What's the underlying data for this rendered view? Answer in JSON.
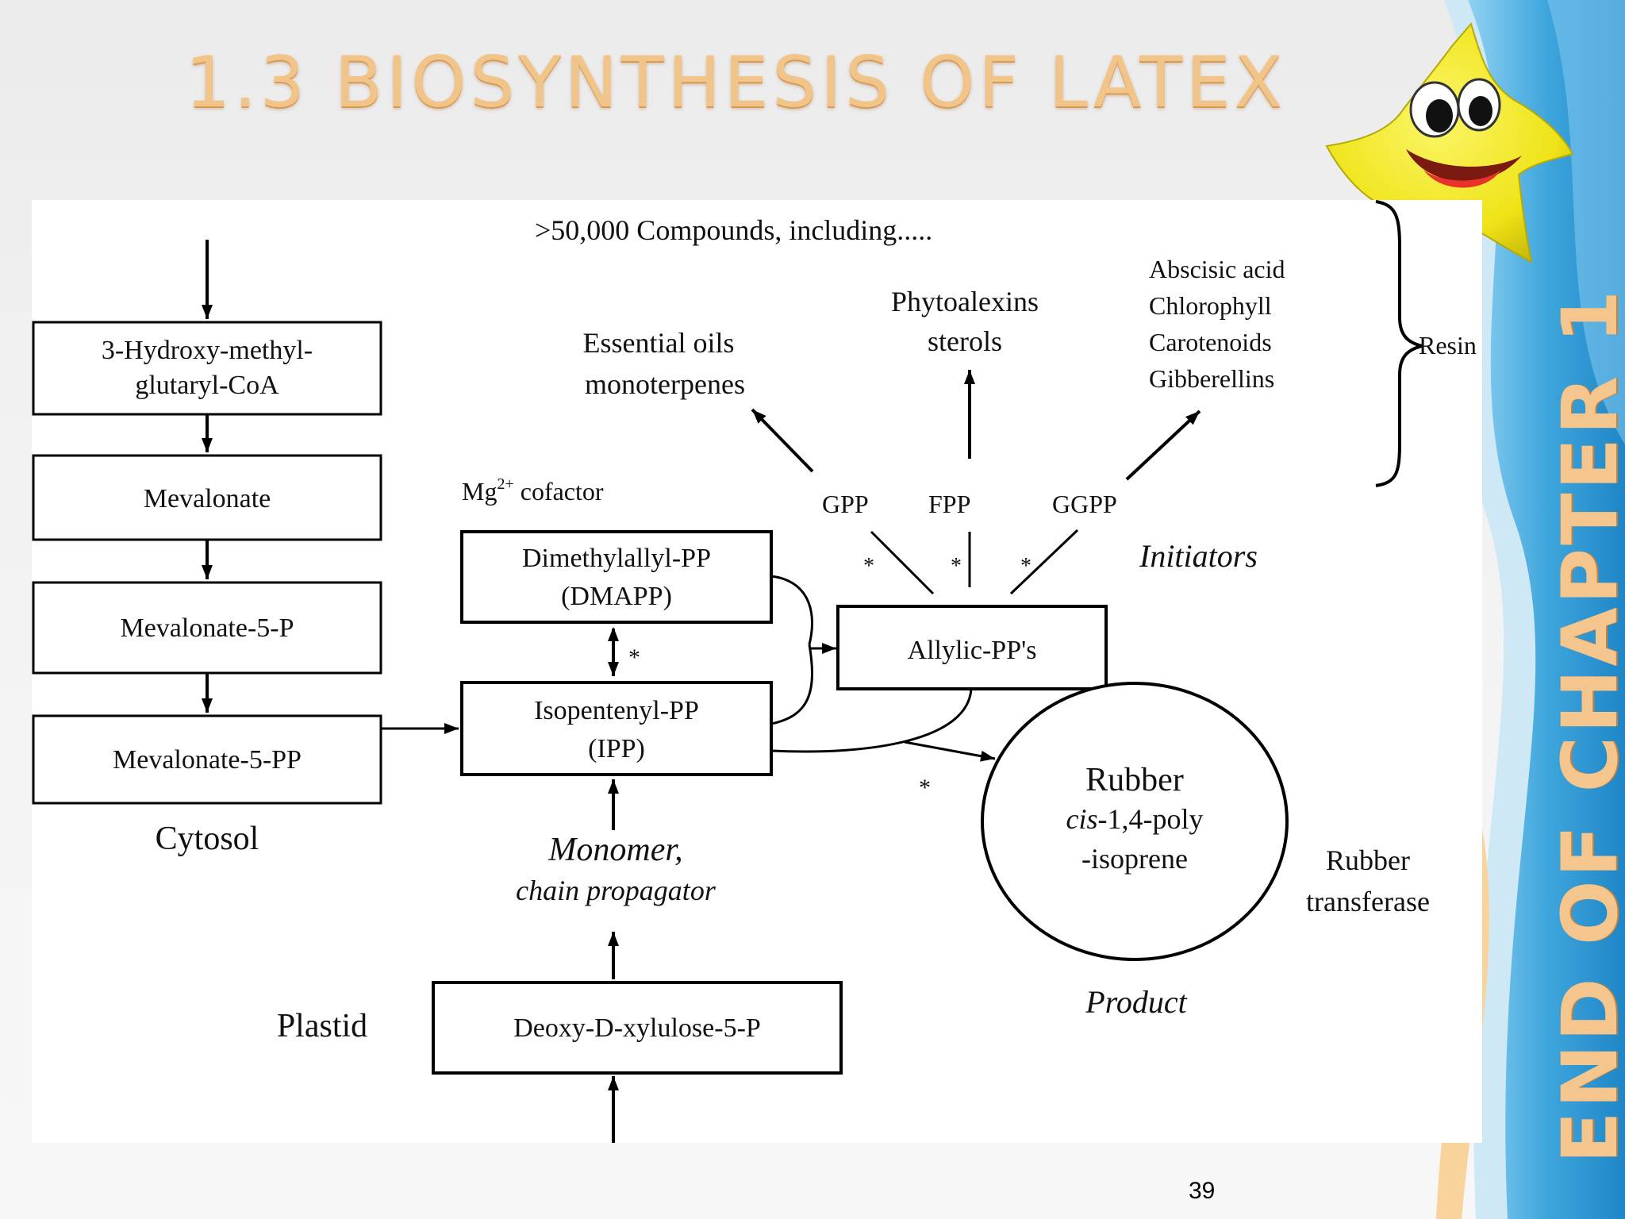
{
  "slide": {
    "title": "1.3 BIOSYNTHESIS OF LATEX",
    "chapter_label": "END OF CHAPTER 1",
    "page_number": "39"
  },
  "diagram": {
    "header": ">50,000 Compounds, including.....",
    "boxes": {
      "hmg": [
        "3-Hydroxy-methyl-",
        "glutaryl-CoA"
      ],
      "mevalonate": "Mevalonate",
      "mev5p": "Mevalonate-5-P",
      "mev5pp": "Mevalonate-5-PP",
      "dmapp": [
        "Dimethylallyl-PP",
        "(DMAPP)"
      ],
      "ipp": [
        "Isopentenyl-PP",
        "(IPP)"
      ],
      "allylic": "Allylic-PP's",
      "dxp": "Deoxy-D-xylulose-5-P"
    },
    "rubber": {
      "title": "Rubber",
      "line2_italic": "cis",
      "line2_rest": "-1,4-poly",
      "line3": "-isoprene"
    },
    "labels": {
      "cytosol": "Cytosol",
      "plastid": "Plastid",
      "mg_prefix": "Mg",
      "mg_sup": "2+",
      "mg_suffix": " cofactor",
      "monomer": "Monomer,",
      "chain_propagator": "chain propagator",
      "initiators": "Initiators",
      "product": "Product",
      "rubber_transferase": [
        "Rubber",
        "transferase"
      ],
      "gpp": "GPP",
      "fpp": "FPP",
      "ggpp": "GGPP",
      "essential_oils": [
        "Essential oils",
        "monoterpenes"
      ],
      "phytoalexins": [
        "Phytoalexins",
        "sterols"
      ],
      "abscisic_group": [
        "Abscisic acid",
        "Chlorophyll",
        "Carotenoids",
        "Gibberellins"
      ],
      "resin": "Resin",
      "enzyme_mark": "*"
    }
  },
  "colors": {
    "title": "#f1c48a",
    "band_blue": "#2e9bd6",
    "band_orange": "#f3a04a",
    "star": "#f4ea1c"
  }
}
